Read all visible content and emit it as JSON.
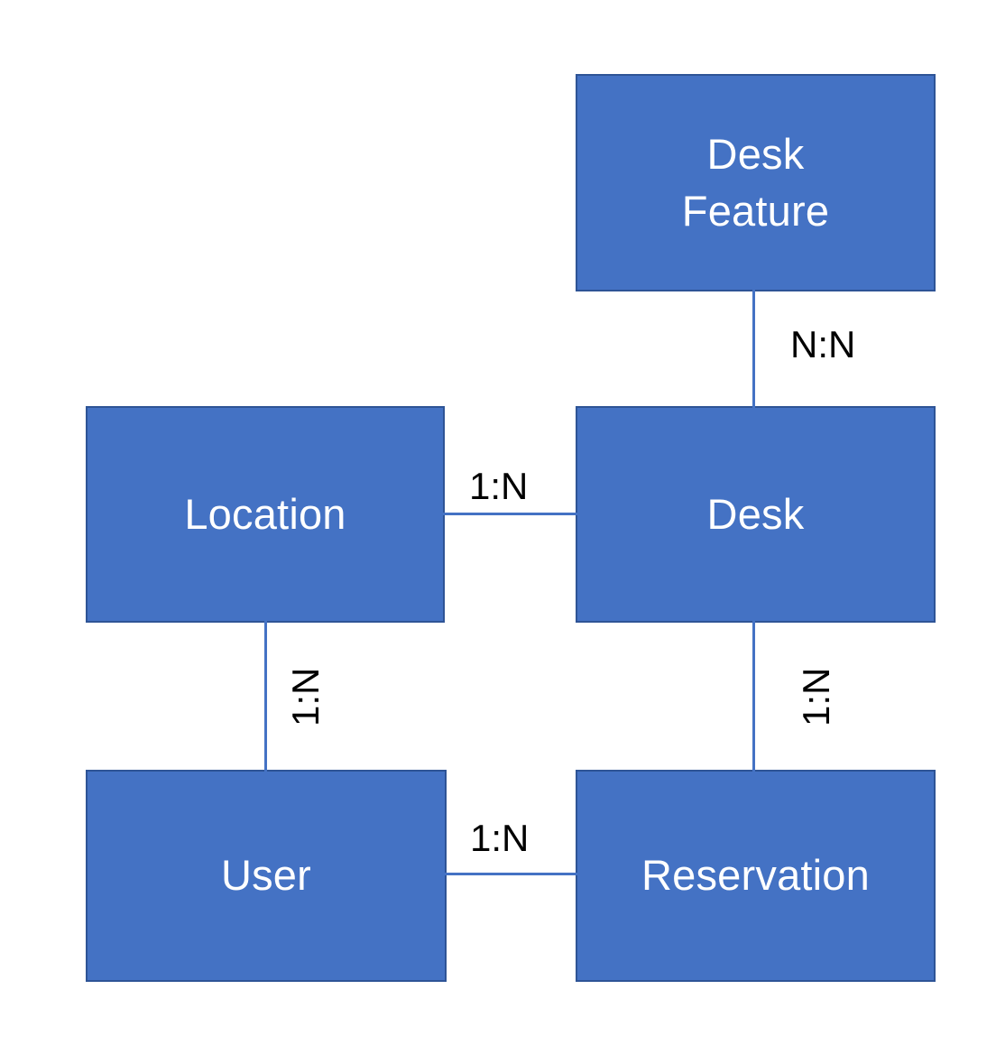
{
  "diagram": {
    "type": "entity-relationship-diagram",
    "background_color": "#FFFFFF",
    "entity_fill_color": "#4472C4",
    "entity_border_color": "#2E5496",
    "entity_text_color": "#FFFFFF",
    "connector_color": "#4472C4",
    "cardinality_text_color": "#000000",
    "entities": [
      {
        "id": "desk-feature",
        "label": "Desk\nFeature"
      },
      {
        "id": "location",
        "label": "Location"
      },
      {
        "id": "desk",
        "label": "Desk"
      },
      {
        "id": "user",
        "label": "User"
      },
      {
        "id": "reservation",
        "label": "Reservation"
      }
    ],
    "relationships": [
      {
        "id": "deskfeature-desk",
        "from": "Desk Feature",
        "to": "Desk",
        "cardinality": "N:N",
        "orientation": "vertical",
        "label_rotation": 0
      },
      {
        "id": "location-desk",
        "from": "Location",
        "to": "Desk",
        "cardinality": "1:N",
        "orientation": "horizontal",
        "label_rotation": 0
      },
      {
        "id": "location-user",
        "from": "Location",
        "to": "User",
        "cardinality": "1:N",
        "orientation": "vertical",
        "label_rotation": -90
      },
      {
        "id": "desk-reservation",
        "from": "Desk",
        "to": "Reservation",
        "cardinality": "1:N",
        "orientation": "vertical",
        "label_rotation": -90
      },
      {
        "id": "user-reservation",
        "from": "User",
        "to": "Reservation",
        "cardinality": "1:N",
        "orientation": "horizontal",
        "label_rotation": 0
      }
    ]
  }
}
